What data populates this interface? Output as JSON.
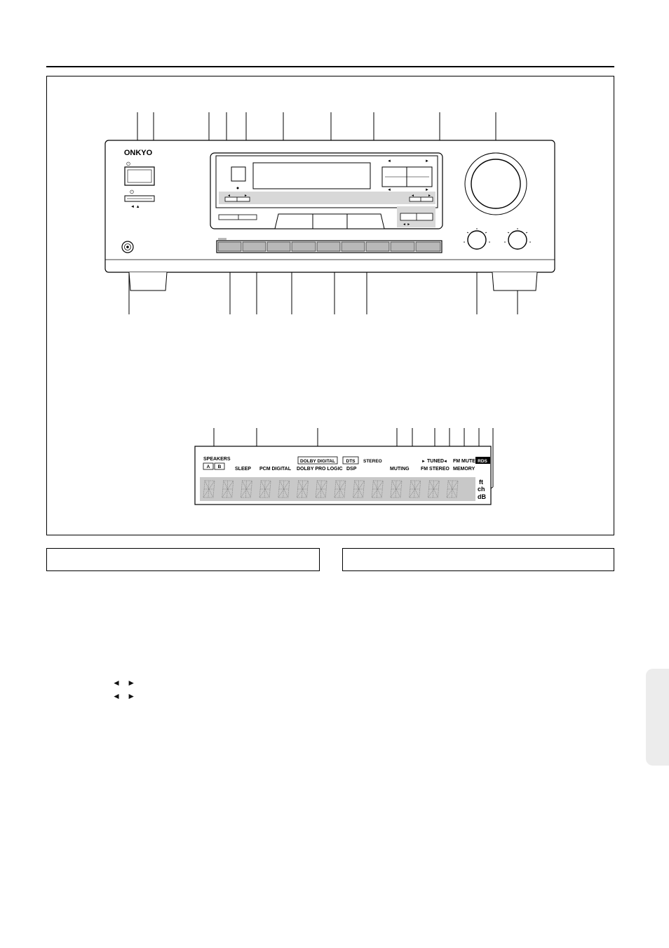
{
  "receiver": {
    "brand": "ONKYO"
  },
  "display": {
    "indicators": {
      "speakers": "SPEAKERS",
      "speaker_a": "A",
      "speaker_b": "B",
      "sleep": "SLEEP",
      "pcm_digital": "PCM DIGITAL",
      "dolby_digital": "DOLBY DIGITAL",
      "dolby_pro_logic": "DOLBY PRO LOGIC",
      "dts": "DTS",
      "dsp": "DSP",
      "stereo": "STEREO",
      "muting": "MUTING",
      "fm_stereo": "FM STEREO",
      "tuned": "TUNED",
      "memory": "MEMORY",
      "fm_mute": "FM MUTE",
      "rds": "RDS",
      "ft": "ft",
      "ch": "ch",
      "db": "dB"
    }
  },
  "page": {
    "arrow_row_1": "◄ ►",
    "arrow_row_2": "◄ ►"
  },
  "colors": {
    "panel_gray": "#d8d8d8",
    "button_gray": "#b8b8b8",
    "lcd_gray": "#c8c8c8",
    "tab_gray": "#ececec"
  }
}
